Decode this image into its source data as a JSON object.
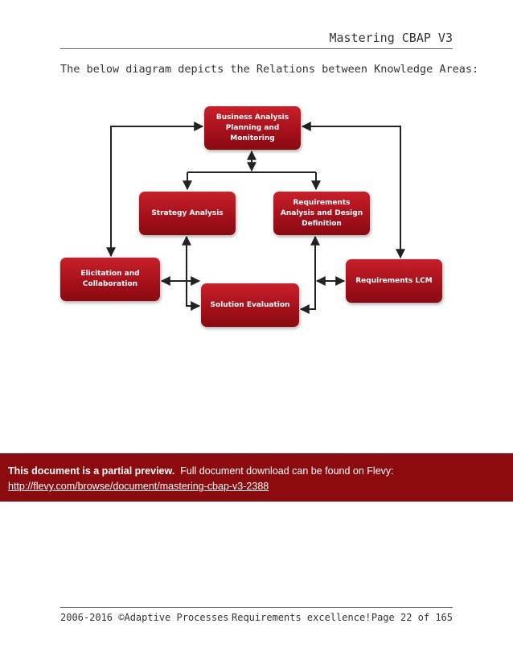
{
  "header": {
    "title": "Mastering CBAP V3"
  },
  "intro": "The below diagram depicts the Relations between Knowledge Areas:",
  "diagram": {
    "nodes": {
      "bapm": "Business Analysis\nPlanning and\nMonitoring",
      "strategy": "Strategy Analysis",
      "radd": "Requirements\nAnalysis and Design\nDefinition",
      "elicitation": "Elicitation and\nCollaboration",
      "solution": "Solution Evaluation",
      "lcm": "Requirements LCM"
    }
  },
  "banner": {
    "strong": "This document is a partial preview.",
    "text": "Full document download can be found on Flevy:",
    "link": "http://flevy.com/browse/document/mastering-cbap-v3-2388"
  },
  "footer": {
    "left": "2006-2016 ©Adaptive Processes",
    "center": "Requirements excellence!",
    "right": "Page 22 of 165"
  }
}
